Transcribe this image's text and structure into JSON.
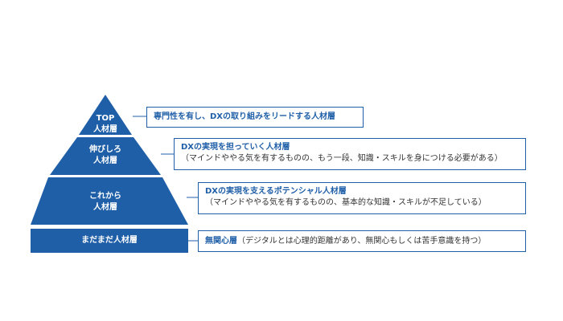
{
  "colors": {
    "tier_fill": "#1f5fa8",
    "callout_border": "#1f5fa8",
    "heading_text": "#1f5fa8"
  },
  "tiers": [
    {
      "label_line1": "TOP",
      "label_line2": "人材層"
    },
    {
      "label_line1": "伸びしろ",
      "label_line2": "人材層"
    },
    {
      "label_line1": "これから",
      "label_line2": "人材層"
    },
    {
      "label_line1": "まだまだ人材層"
    }
  ],
  "callouts": [
    {
      "heading": "専門性を有し、DXの取り組みをリードする人材層"
    },
    {
      "heading": "DXの実現を担っていく人材層",
      "sub": "（マインドややる気を有するものの、もう一段、知識・スキルを身につける必要がある）"
    },
    {
      "heading": "DXの実現を支えるポテンシャル人材層",
      "sub": "（マインドややる気を有するものの、基本的な知識・スキルが不足している）"
    },
    {
      "heading": "無関心層",
      "sub": "（デジタルとは心理的距離があり、無関心もしくは苦手意識を持つ）"
    }
  ]
}
